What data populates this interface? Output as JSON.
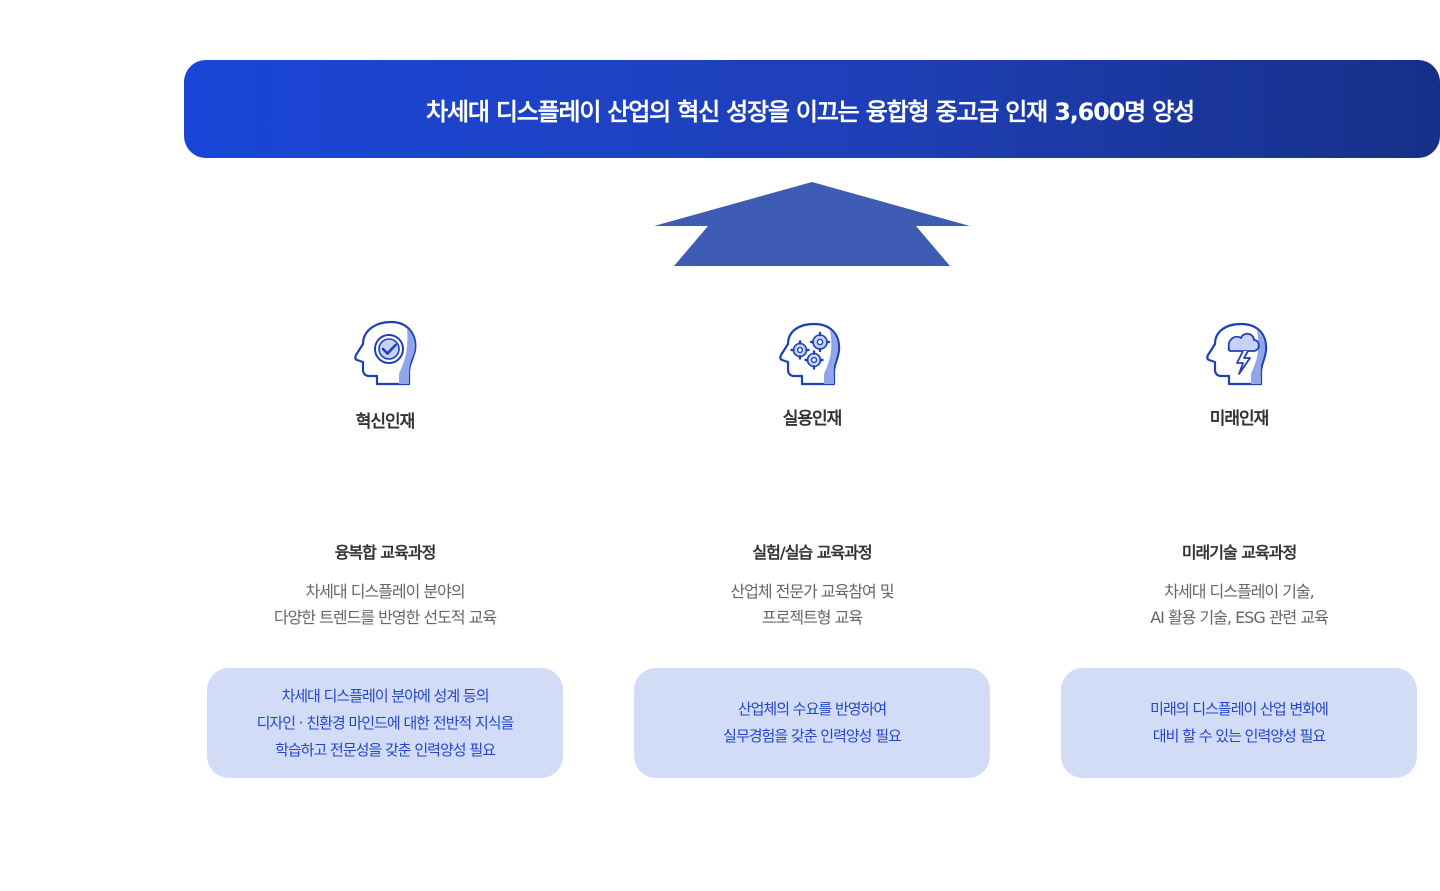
{
  "banner": {
    "text": "차세대 디스플레이 산업의 혁신 성장을 이끄는 융합형 중고급 인재 3,600명 양성"
  },
  "colors": {
    "banner_start": "#1a46d8",
    "banner_end": "#163088",
    "arrow": "#3f5cb4",
    "goal_box_bg": "#d3dcf7",
    "goal_box_text": "#2446c8"
  },
  "columns": [
    {
      "icon": "head-checkmark-icon",
      "role": "혁신인재",
      "course": "융복합 교육과정",
      "desc_lines": [
        "차세대 디스플레이 분야의",
        "다양한 트렌드를 반영한 선도적 교육"
      ],
      "goal_lines": [
        "차세대 디스플레이 분야에 성계 등의",
        "디자인 · 친환경 마인드에 대한 전반적 지식을",
        "학습하고 전문성을 갖춘 인력양성 필요"
      ]
    },
    {
      "icon": "head-gears-icon",
      "role": "실용인재",
      "course": "실험/실습 교육과정",
      "desc_lines": [
        "산업체 전문가 교육참여 및",
        "프로젝트형 교육"
      ],
      "goal_lines": [
        "산업체의 수요를 반영하여",
        "실무경험을 갖춘 인력양성 필요"
      ]
    },
    {
      "icon": "head-lightning-icon",
      "role": "미래인재",
      "course": "미래기술 교육과정",
      "desc_lines": [
        "차세대 디스플레이 기술,",
        "AI 활용 기술, ESG 관련 교육"
      ],
      "goal_lines": [
        "미래의 디스플레이 산업 변화에",
        "대비 할 수 있는 인력양성 필요"
      ]
    }
  ]
}
